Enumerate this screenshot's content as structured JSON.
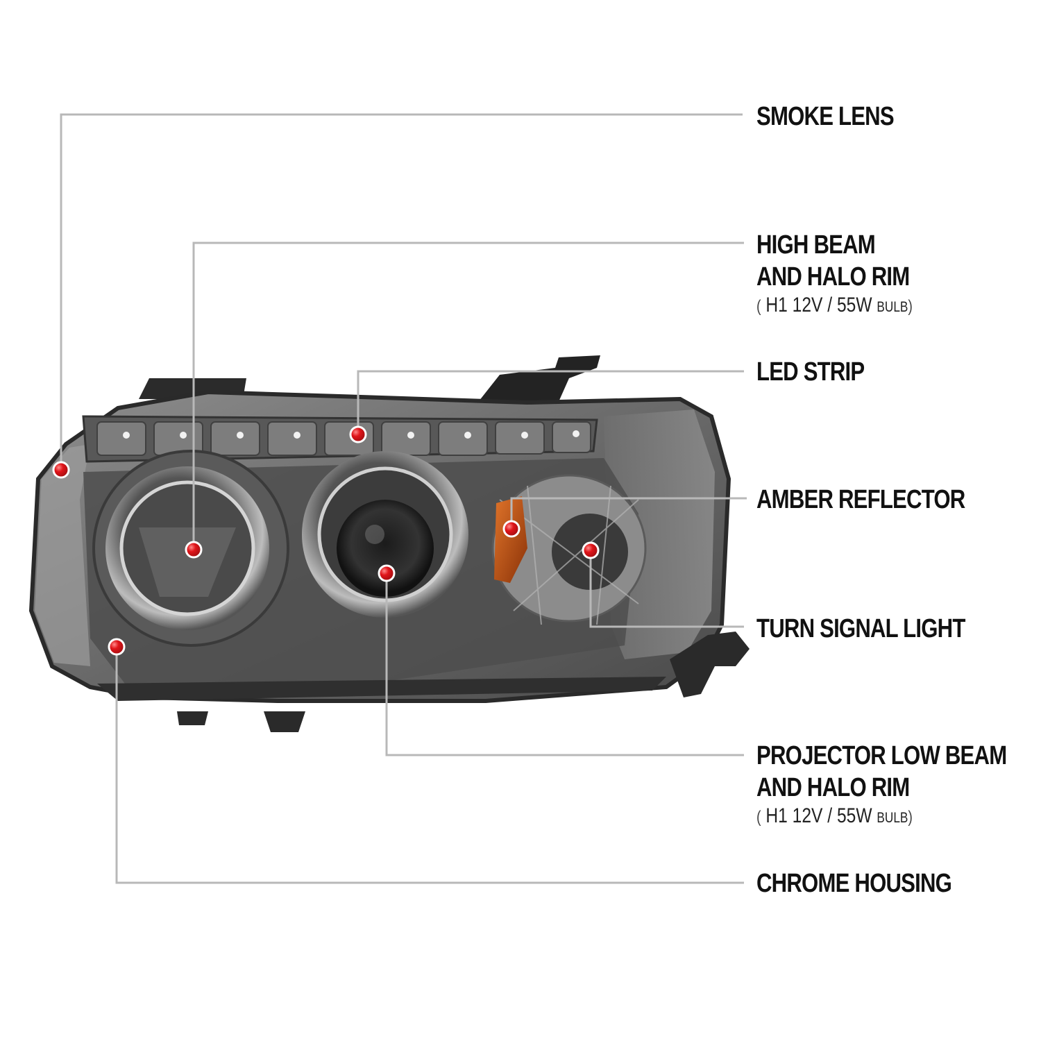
{
  "callouts": [
    {
      "id": "smoke-lens",
      "lines": [
        "SMOKE LENS"
      ]
    },
    {
      "id": "high-beam",
      "lines": [
        "HIGH BEAM",
        "AND HALO RIM"
      ],
      "spec": {
        "open": "(",
        "main": "H1  12V / 55W",
        "small": "BULB",
        "close": ")"
      }
    },
    {
      "id": "led-strip",
      "lines": [
        "LED STRIP"
      ]
    },
    {
      "id": "amber-reflector",
      "lines": [
        "AMBER REFLECTOR"
      ]
    },
    {
      "id": "turn-signal",
      "lines": [
        "TURN SIGNAL LIGHT"
      ]
    },
    {
      "id": "projector-low-beam",
      "lines": [
        "PROJECTOR LOW BEAM",
        "AND HALO RIM"
      ],
      "spec": {
        "open": "(",
        "main": "H1  12V / 55W",
        "small": "BULB",
        "close": ")"
      }
    },
    {
      "id": "chrome-housing",
      "lines": [
        "CHROME HOUSING"
      ]
    }
  ],
  "colors": {
    "marker": "#e0151a",
    "leader": "#b8b8b8",
    "text": "#111111",
    "amber": "#c8500e",
    "housing": "#3c3c3c",
    "lens_smoke": "#7a7a7a"
  }
}
